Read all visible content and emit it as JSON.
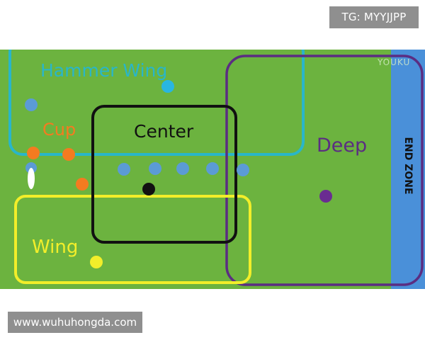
{
  "overlay": {
    "tag": "TG: MYYJJPP",
    "site": "www.wuhuhongda.com",
    "watermark": "YOUKU"
  },
  "zones": {
    "hammer_wing": "Hammer Wing",
    "cup": "Cup",
    "center": "Center",
    "deep": "Deep",
    "wing": "Wing",
    "end_zone": "END ZONE"
  },
  "colors": {
    "field": "#6cb33f",
    "end_zone": "#4a90d9",
    "hammer_wing": "#29b6c9",
    "cup": "#f47b20",
    "center": "#111111",
    "deep": "#5b2d82",
    "wing": "#f2ee2a",
    "offense_player": "#5b9bd5",
    "defense_player": "#f47b20",
    "disc": "#ffffff"
  }
}
